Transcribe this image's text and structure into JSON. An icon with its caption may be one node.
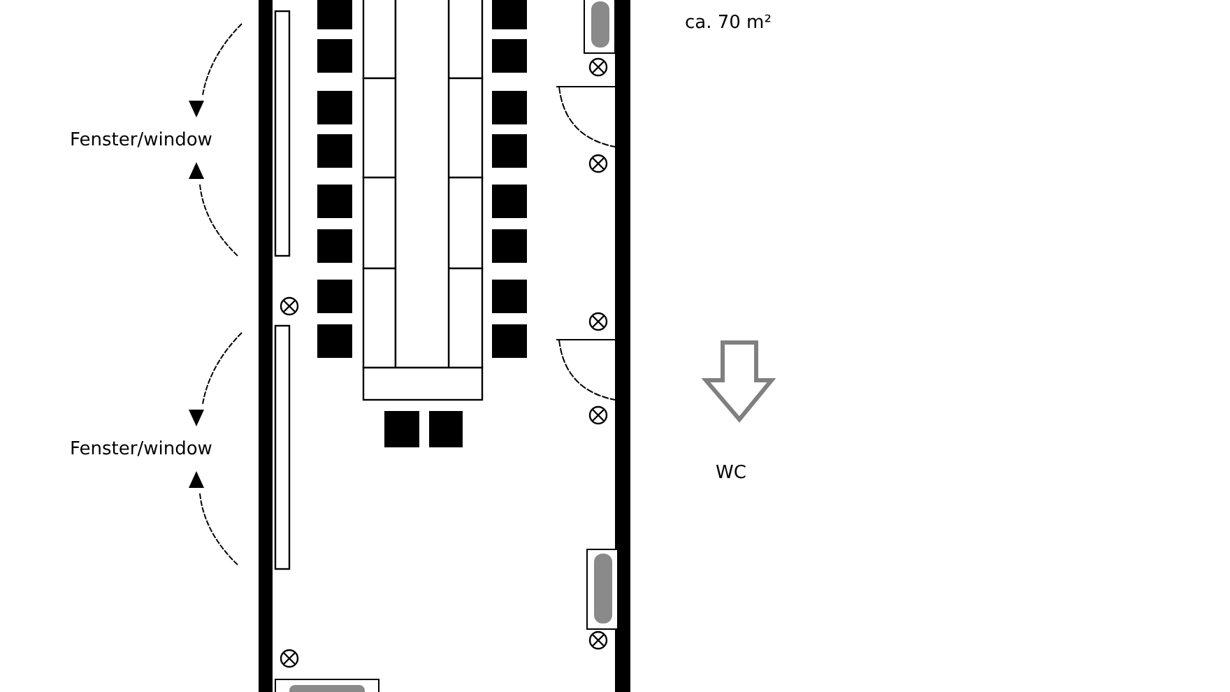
{
  "diagram": {
    "labels": [
      "ca. 70 m²",
      "Fenster/window",
      "Fenster/window",
      "WC"
    ]
  }
}
